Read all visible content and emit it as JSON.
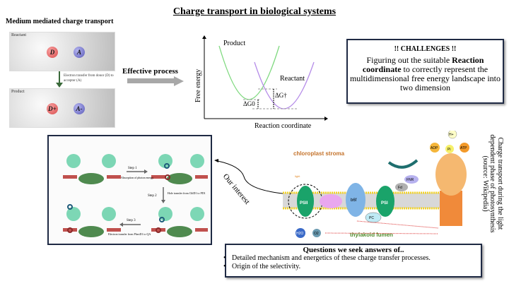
{
  "title": "Charge transport in biological systems",
  "left_panel": {
    "heading": "Medium mediated charge transport",
    "reactant_label": "Reactant",
    "product_label": "Product",
    "donor": "D",
    "acceptor": "A",
    "donor_plus": "D+",
    "acceptor_minus": "A-",
    "transfer_text": "Electron transfer from donor (D) to acceptor (A)"
  },
  "effective_process": "Effective process",
  "graph": {
    "ylabel": "Free energy",
    "xlabel": "Reaction coordinate",
    "product": "Product",
    "reactant": "Reactant",
    "dg0": "ΔG0",
    "dg_dagger": "ΔG†",
    "colors": {
      "product": "#7fd97f",
      "reactant": "#b58ce8"
    }
  },
  "challenges": {
    "heading": "!! CHALLENGES !!",
    "text_pre": "Figuring out the suitable ",
    "text_bold": "Reaction coordinate",
    "text_post": " to correctly represent the multidimensional free energy landscape into two dimension"
  },
  "steps": {
    "step1": "Step 1",
    "step1_desc": "Absorption of photon energy",
    "step2": "Step 2",
    "step2_desc": "Hole transfer from ChlD1 to PD1",
    "step3": "Step 3",
    "step3_desc": "Electron transfer from PheoD1 to QA"
  },
  "our_interest": "Our interest",
  "photosynthesis": {
    "stroma": "chloroplast stroma",
    "lumen": "thylakoid lumen",
    "psii": "PSII",
    "psi": "PSI",
    "b6f": "b6f",
    "pc": "PC",
    "fd": "Fd",
    "fnr": "FNR",
    "atp": "ATP",
    "adp": "ADP",
    "pi": "Pi",
    "h": "H+",
    "h2o": "H2O",
    "o2": "O2",
    "light": "light"
  },
  "caption": "Charge transport during the light dependent phase of photosynthesis (source: Wikipedia)",
  "questions": {
    "heading": "Questions we seek answers of..",
    "items": [
      "Detailed mechanism and energetics of these charge transfer processes.",
      "Origin of the selectivity."
    ]
  }
}
